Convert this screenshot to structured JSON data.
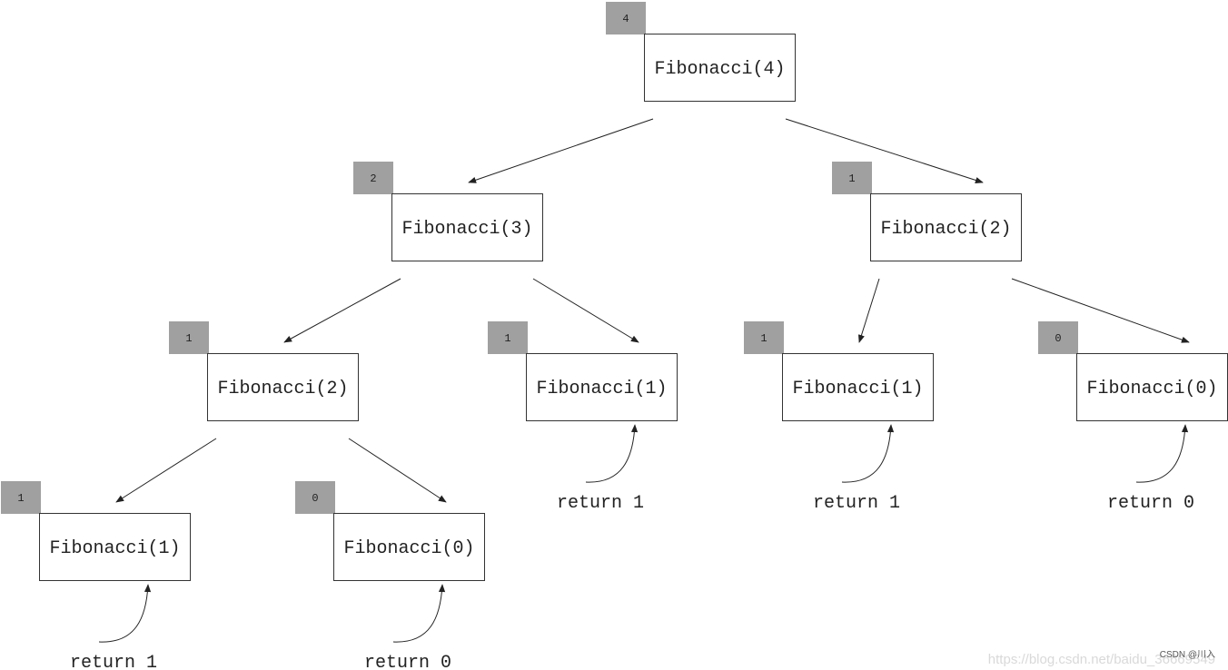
{
  "nodes": [
    {
      "id": "n4",
      "label": "Fibonacci(4)",
      "badge": "4",
      "result": ""
    },
    {
      "id": "n3",
      "label": "Fibonacci(3)",
      "badge": "2",
      "result": ""
    },
    {
      "id": "n2r",
      "label": "Fibonacci(2)",
      "badge": "1",
      "result": ""
    },
    {
      "id": "n2l",
      "label": "Fibonacci(2)",
      "badge": "1",
      "result": ""
    },
    {
      "id": "n1m",
      "label": "Fibonacci(1)",
      "badge": "1",
      "result": "return 1"
    },
    {
      "id": "n1r",
      "label": "Fibonacci(1)",
      "badge": "1",
      "result": "return 1"
    },
    {
      "id": "n0r",
      "label": "Fibonacci(0)",
      "badge": "0",
      "result": "return 0"
    },
    {
      "id": "n1l",
      "label": "Fibonacci(1)",
      "badge": "1",
      "result": "return 1"
    },
    {
      "id": "n0l",
      "label": "Fibonacci(0)",
      "badge": "0",
      "result": "return 0"
    }
  ],
  "edges": [
    {
      "from": "n4",
      "to": "n3"
    },
    {
      "from": "n4",
      "to": "n2r"
    },
    {
      "from": "n3",
      "to": "n2l"
    },
    {
      "from": "n3",
      "to": "n1m"
    },
    {
      "from": "n2r",
      "to": "n1r"
    },
    {
      "from": "n2r",
      "to": "n0r"
    },
    {
      "from": "n2l",
      "to": "n1l"
    },
    {
      "from": "n2l",
      "to": "n0l"
    }
  ],
  "watermark": {
    "url": "https://blog.csdn.net/baidu_36669549",
    "tag": "CSDN @川入"
  },
  "colors": {
    "box_border": "#333333",
    "badge_fill": "#a0a0a0",
    "edge": "#222222"
  }
}
